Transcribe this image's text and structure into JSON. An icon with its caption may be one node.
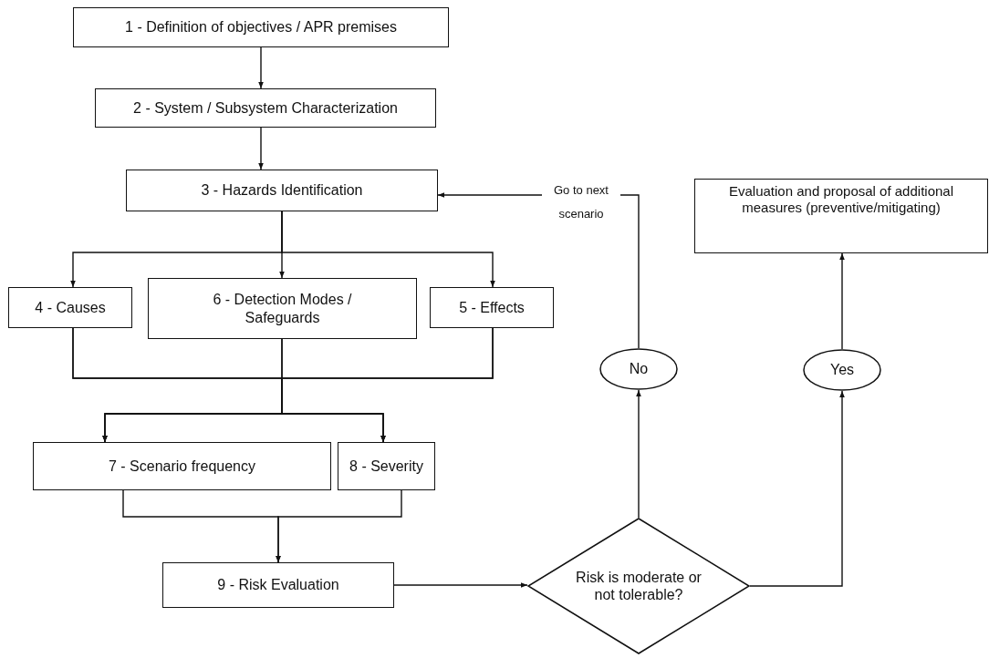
{
  "diagram": {
    "nodes": [
      {
        "text": [
          "1 - Definition of objectives / APR premises"
        ]
      },
      {
        "text": [
          "2 - System / Subsystem Characterization"
        ]
      },
      {
        "text": [
          "3 - Hazards Identification"
        ]
      },
      {
        "text": [
          "4 - Causes"
        ]
      },
      {
        "text": [
          "6 - Detection Modes / Safeguards"
        ]
      },
      {
        "text": [
          "5 - Effects"
        ]
      },
      {
        "text": [
          "7 - Scenario frequency"
        ]
      },
      {
        "text": [
          "8 - Severity"
        ]
      },
      {
        "text": [
          "9 - Risk Evaluation"
        ]
      },
      {
        "text": [
          "Risk is moderate or not tolerable?"
        ]
      },
      {
        "text": [
          "No"
        ]
      },
      {
        "text": [
          "Yes"
        ]
      },
      {
        "text": [
          "Evaluation and proposal of additional measures (preventive/mitigating)"
        ]
      }
    ],
    "edges": [
      {
        "from": 0,
        "to": 1,
        "arrow": "to"
      },
      {
        "from": 1,
        "to": 2,
        "arrow": "to"
      },
      {
        "from": 2,
        "to": 3,
        "arrow": "to"
      },
      {
        "from": 2,
        "to": 4,
        "arrow": "to"
      },
      {
        "from": 2,
        "to": 5,
        "arrow": "to"
      },
      {
        "from": 3,
        "to": 6,
        "arrow": "to"
      },
      {
        "from": 3,
        "to": 7,
        "arrow": "to"
      },
      {
        "from": 4,
        "to": 6,
        "arrow": "to"
      },
      {
        "from": 4,
        "to": 7,
        "arrow": "to"
      },
      {
        "from": 5,
        "to": 6,
        "arrow": "to"
      },
      {
        "from": 5,
        "to": 7,
        "arrow": "to"
      },
      {
        "from": 6,
        "to": 8,
        "arrow": "to"
      },
      {
        "from": 7,
        "to": 8,
        "arrow": "to"
      },
      {
        "from": 8,
        "to": 9,
        "arrow": "to"
      },
      {
        "from": 9,
        "to": 10,
        "arrow": "to"
      },
      {
        "from": 9,
        "to": 11,
        "arrow": "to"
      },
      {
        "from": 10,
        "to": 2,
        "arrow": "to",
        "label": "Go to next scenario"
      },
      {
        "from": 11,
        "to": 12,
        "arrow": "to"
      }
    ]
  }
}
